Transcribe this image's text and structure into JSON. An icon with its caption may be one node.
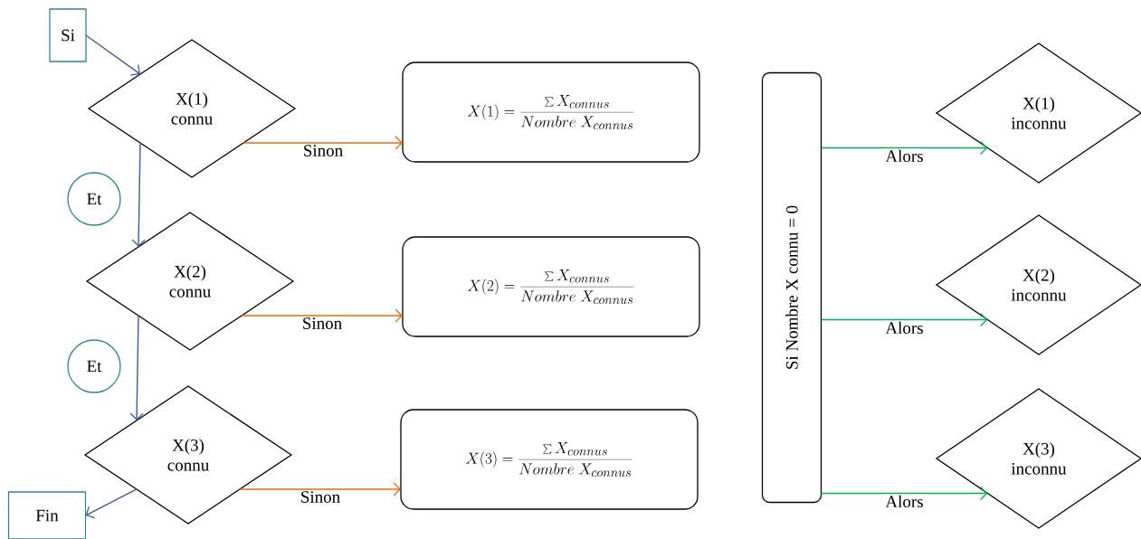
{
  "diagram": {
    "nodes": [
      {
        "text": [
          "Si"
        ]
      },
      {
        "text": [
          "X(1) connu"
        ]
      },
      {
        "text": [
          "X(2) connu"
        ]
      },
      {
        "text": [
          "X(3) connu"
        ]
      },
      {
        "text": [
          "Et"
        ]
      },
      {
        "text": [
          "Et"
        ]
      },
      {
        "text": [
          "Fin"
        ]
      },
      {
        "text": [
          "X(1) = \\frac{\\sum X_{connus}}{Nombre\\ X_{connus}}"
        ]
      },
      {
        "text": [
          "X(2) = \\frac{\\sum X_{connus}}{Nombre\\ X_{connus}}"
        ]
      },
      {
        "text": [
          "X(3) = \\frac{\\sum X_{connus}}{Nombre\\ X_{connus}}"
        ]
      },
      {
        "text": [
          "Si Nombre X connu = 0"
        ]
      },
      {
        "text": [
          "X(1) inconnu"
        ]
      },
      {
        "text": [
          "X(2) inconnu"
        ]
      },
      {
        "text": [
          "X(3) inconnu"
        ]
      }
    ],
    "edges": [
      {
        "from": 0,
        "to": 1,
        "arrow": "to",
        "color": "#3a5f9a"
      },
      {
        "from": 1,
        "to": 2,
        "arrow": "to",
        "color": "#3a5f9a"
      },
      {
        "from": 2,
        "to": 3,
        "arrow": "to",
        "color": "#3a5f9a"
      },
      {
        "from": 3,
        "to": 6,
        "arrow": "to",
        "color": "#3a5f9a"
      },
      {
        "from": 1,
        "to": 7,
        "arrow": "to",
        "label": "Sinon",
        "color": "#e46c0a"
      },
      {
        "from": 2,
        "to": 8,
        "arrow": "to",
        "label": "Sinon",
        "color": "#e46c0a"
      },
      {
        "from": 3,
        "to": 9,
        "arrow": "to",
        "label": "Sinon",
        "color": "#e46c0a"
      },
      {
        "from": 10,
        "to": 11,
        "arrow": "to",
        "label": "Alors",
        "color": "#00b050"
      },
      {
        "from": 10,
        "to": 12,
        "arrow": "to",
        "label": "Alors",
        "color": "#00b050"
      },
      {
        "from": 10,
        "to": 13,
        "arrow": "to",
        "label": "Alors",
        "color": "#00b050"
      }
    ]
  }
}
